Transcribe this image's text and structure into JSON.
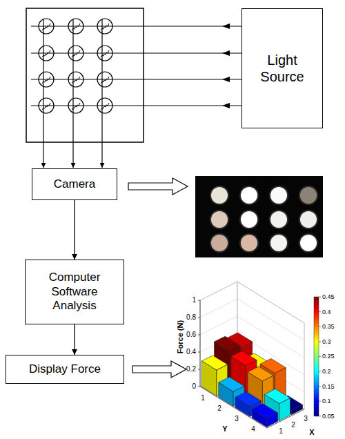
{
  "diagram": {
    "nodes": [
      {
        "text": [
          "Light Source"
        ]
      },
      {
        "text": [
          "Camera"
        ]
      },
      {
        "text": [
          "Computer Software Analysis"
        ]
      },
      {
        "text": [
          "Display Force"
        ]
      }
    ],
    "edges": [
      {
        "from": 1,
        "to": 2,
        "arrow": "to"
      },
      {
        "from": 2,
        "to": 3,
        "arrow": "to"
      }
    ],
    "labels": [
      "Force (N)",
      "1",
      "0.8",
      "0.6",
      "0.4",
      "0.2",
      "0",
      "1",
      "2",
      "3",
      "4",
      "Y",
      "1",
      "2",
      "3",
      "X",
      "0.45",
      "0.4",
      "0.35",
      "0.3",
      "0.25",
      "0.2",
      "0.15",
      "0.1",
      "0.05"
    ]
  }
}
